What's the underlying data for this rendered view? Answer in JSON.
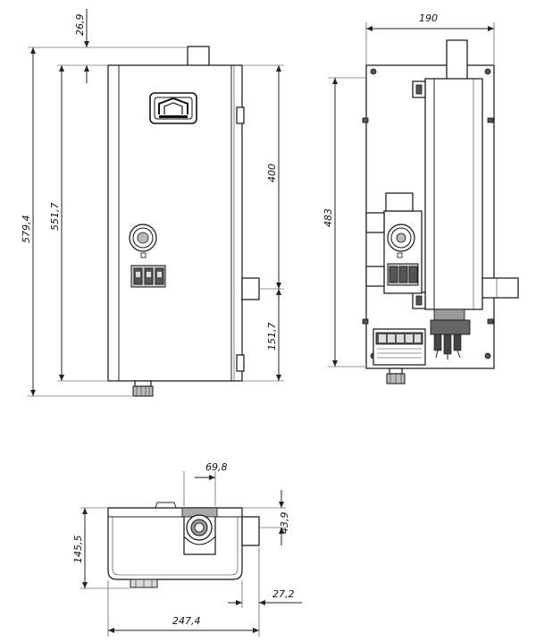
{
  "dimensions": {
    "top_offset": "26,9",
    "total_height": "579,4",
    "body_height": "551,7",
    "upper_height": "400",
    "lower_height": "151,7",
    "side_width": "190",
    "side_height": "483",
    "bottom_pipe": "69,8",
    "bottom_offset": "43,9",
    "depth": "145,5",
    "pipe_out": "27,2",
    "width": "247,4"
  },
  "colors": {
    "line": "#222222",
    "fill": "#d9d9d9"
  }
}
